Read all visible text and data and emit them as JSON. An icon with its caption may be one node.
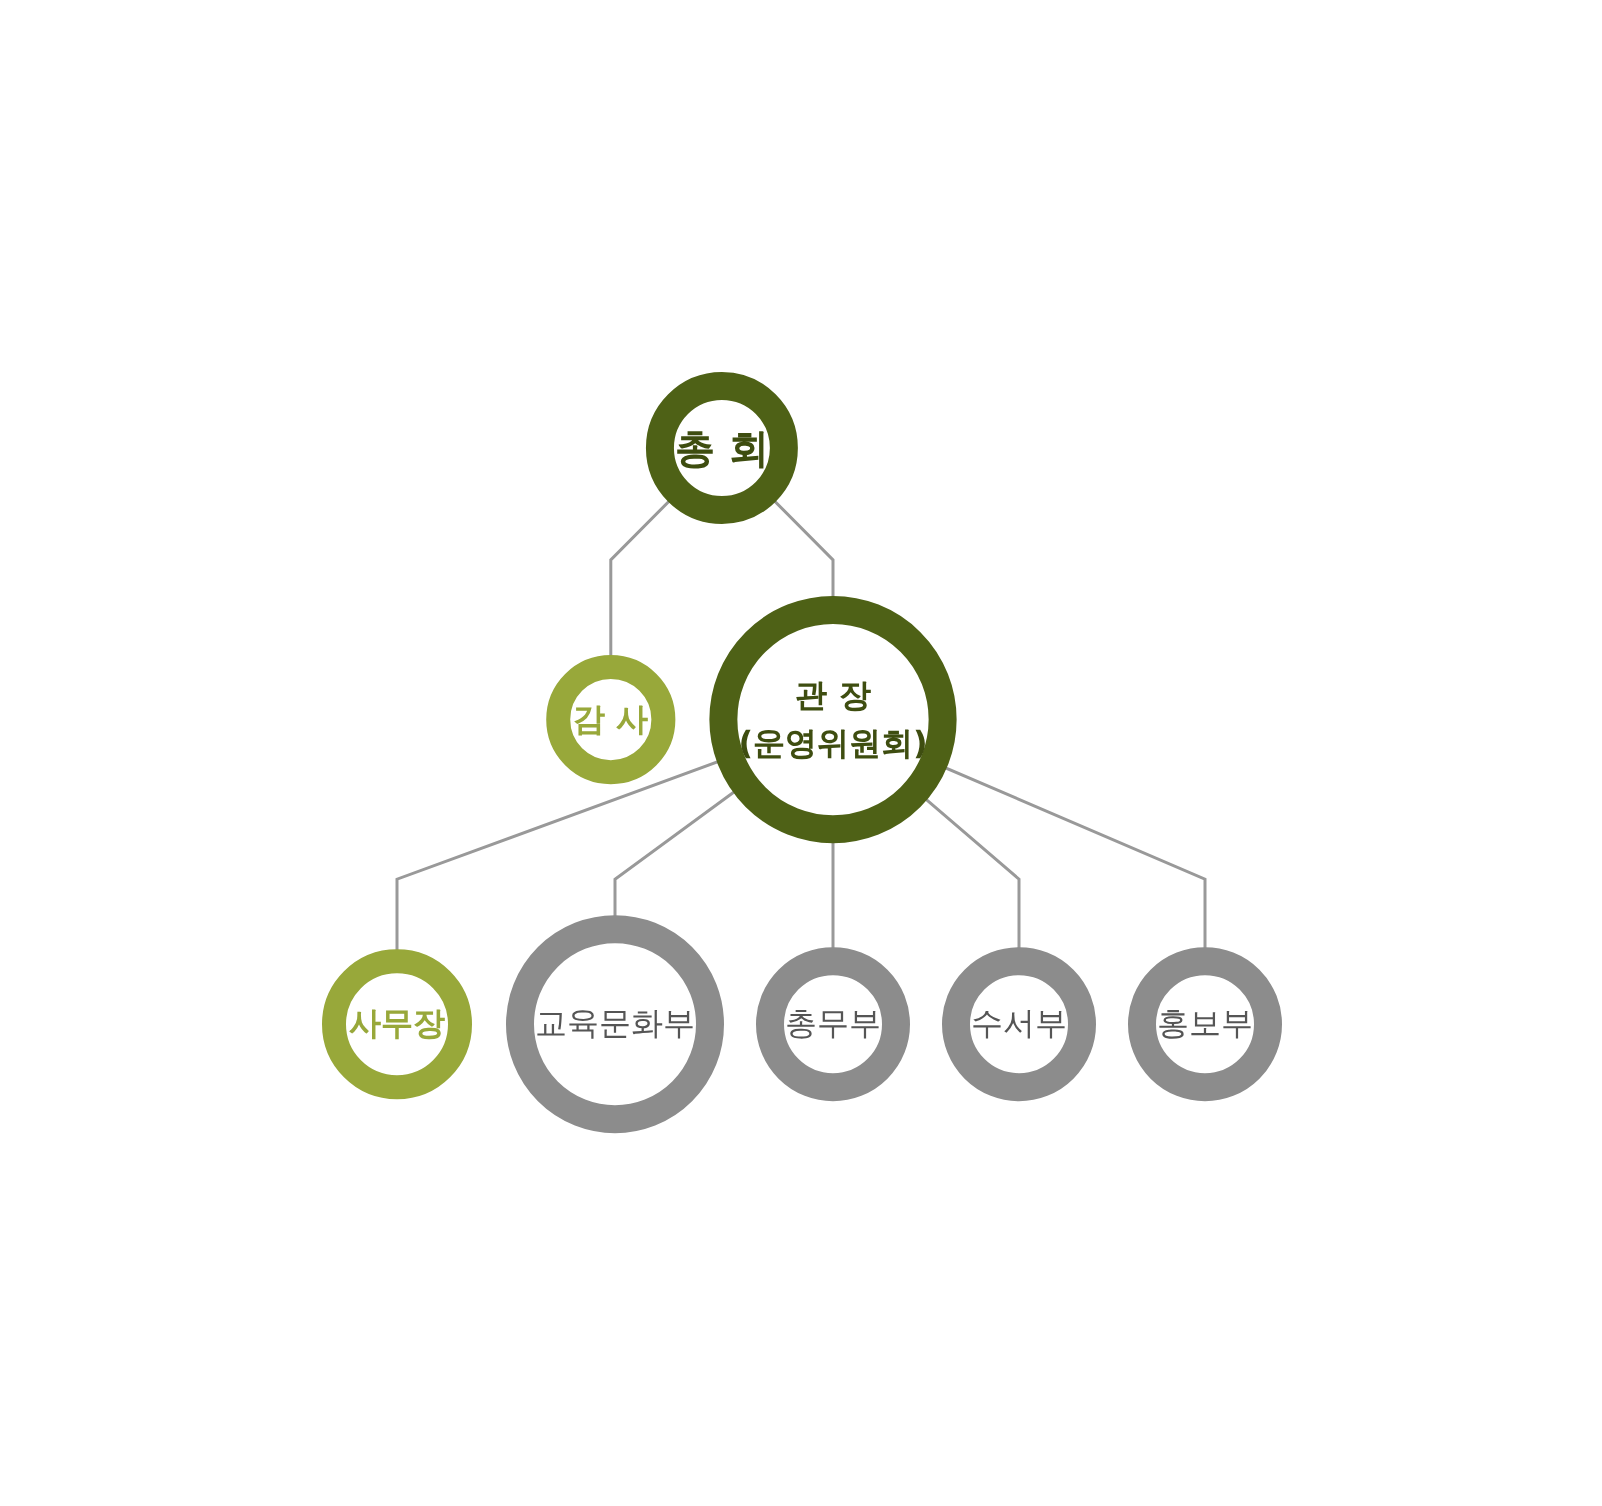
{
  "diagram": {
    "nodes": [
      {
        "text": [
          "총 회"
        ]
      },
      {
        "text": [
          "감 사"
        ]
      },
      {
        "text": [
          "관 장",
          "(운영위원회)"
        ]
      },
      {
        "text": [
          "사무장"
        ]
      },
      {
        "text": [
          "교육문화부"
        ]
      },
      {
        "text": [
          "총무부"
        ]
      },
      {
        "text": [
          "수서부"
        ]
      },
      {
        "text": [
          "홍보부"
        ]
      }
    ],
    "edges": [
      {
        "from": 0,
        "to": 2,
        "arrow": "none"
      },
      {
        "from": 0,
        "to": 1,
        "arrow": "none"
      },
      {
        "from": 2,
        "to": 3,
        "arrow": "none"
      },
      {
        "from": 2,
        "to": 4,
        "arrow": "none"
      },
      {
        "from": 2,
        "to": 5,
        "arrow": "none"
      },
      {
        "from": 2,
        "to": 6,
        "arrow": "none"
      },
      {
        "from": 2,
        "to": 7,
        "arrow": "none"
      }
    ]
  }
}
